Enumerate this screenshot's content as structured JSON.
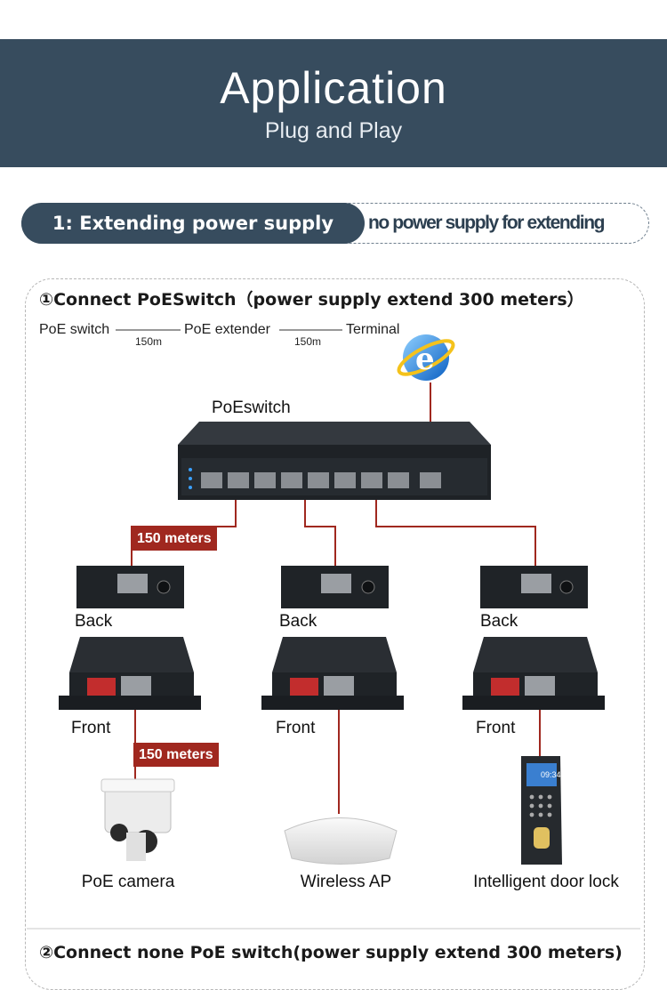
{
  "header": {
    "title": "Application",
    "subtitle": "Plug and Play"
  },
  "section1": {
    "title": "1:  Extending power supply",
    "note": "no power supply for extending"
  },
  "step1": {
    "title": "①Connect PoESwitch（power supply extend 300 meters）",
    "chain": {
      "a": "PoE switch",
      "b": "PoE extender",
      "c": "Terminal",
      "d1": "150m",
      "d2": "150m"
    },
    "switch_label": "PoEswitch",
    "tag_top": "150 meters",
    "tag_bottom": "150 meters",
    "back": [
      "Back",
      "Back",
      "Back"
    ],
    "front": [
      "Front",
      "Front",
      "Front"
    ],
    "devices": [
      "PoE camera",
      "Wireless AP",
      "Intelligent door lock"
    ],
    "lock_screen_time": "09:34"
  },
  "step2": {
    "title": "②Connect none PoE switch(power supply extend 300 meters)"
  },
  "colors": {
    "header_bg": "#374c5e",
    "cable": "#a0281f",
    "device": "#1f2327"
  },
  "icons": [
    "internet-explorer-icon"
  ]
}
